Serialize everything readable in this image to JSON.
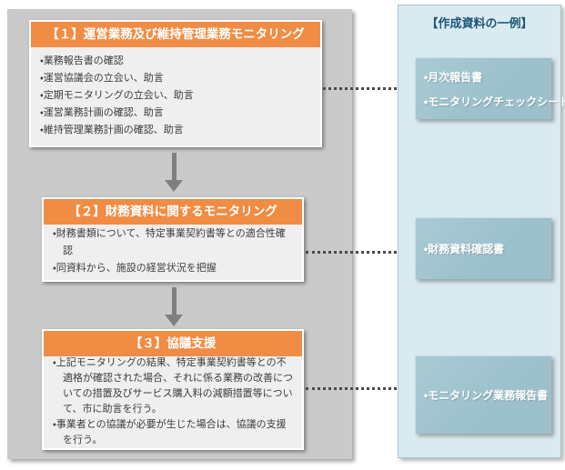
{
  "colors": {
    "accent_orange": "#F08C44",
    "flow_body_bg": "#EFEFEF",
    "left_panel_bg": "#CACACA",
    "right_panel_bg": "#DAEAF1",
    "right_panel_border": "#A3C6D2",
    "doc_box_bg": "#9CC1CC",
    "panel_title_text": "#1A5878",
    "arrow_gray": "#7F7F7F",
    "dot_arrow": "#4A4A4A",
    "body_text": "#3C3C3C"
  },
  "left_panel": {
    "boxes": [
      {
        "title": "【１】運営業務及び維持管理業務モニタリング",
        "items": [
          "・業務報告書の確認",
          "・運営協議会の立会い、助言",
          "・定期モニタリングの立会い、助言",
          "・運営業務計画の確認、助言",
          "・維持管理業務計画の確認、助言"
        ]
      },
      {
        "title": "【２】財務資料に関するモニタリング",
        "items": [
          "・財務書類について、特定事業契約書等との適合性確認",
          "・同資料から、施設の経営状況を把握"
        ]
      },
      {
        "title": "【３】協議支援",
        "items": [
          "・上記モニタリングの結果、特定事業契約書等との不適格が確認された場合、それに係る業務の改善についての措置及びサービス購入料の減額措置等について、市に助言を行う。",
          "・事業者との協議が必要が生じた場合は、協議の支援を行う。"
        ]
      }
    ]
  },
  "right_panel": {
    "title": "【作成資料の一例】",
    "documents": [
      {
        "items": [
          "・月次報告書",
          "・モニタリングチェックシート"
        ]
      },
      {
        "items": [
          "・財務資料確認書"
        ]
      },
      {
        "items": [
          "・モニタリング業務報告書"
        ]
      }
    ]
  }
}
